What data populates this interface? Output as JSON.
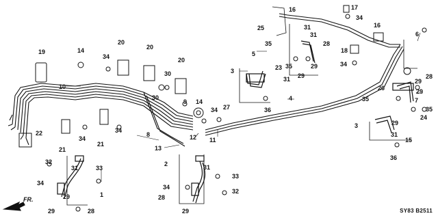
{
  "diagram_code": "SY83 B2511",
  "front_label": "FR.",
  "callouts": [
    {
      "id": "c1",
      "text": "1"
    },
    {
      "id": "c2",
      "text": "2"
    },
    {
      "id": "c3a",
      "text": "3"
    },
    {
      "id": "c3b",
      "text": "3"
    },
    {
      "id": "c4",
      "text": "4"
    },
    {
      "id": "c5",
      "text": "5"
    },
    {
      "id": "c6",
      "text": "6"
    },
    {
      "id": "c7",
      "text": "7"
    },
    {
      "id": "c8",
      "text": "8"
    },
    {
      "id": "c9",
      "text": "9"
    },
    {
      "id": "c10",
      "text": "10"
    },
    {
      "id": "c11",
      "text": "11"
    },
    {
      "id": "c12",
      "text": "12"
    },
    {
      "id": "c13",
      "text": "13"
    },
    {
      "id": "c14a",
      "text": "14"
    },
    {
      "id": "c14b",
      "text": "14"
    },
    {
      "id": "c15",
      "text": "15"
    },
    {
      "id": "c16a",
      "text": "16"
    },
    {
      "id": "c16b",
      "text": "16"
    },
    {
      "id": "c17",
      "text": "17"
    },
    {
      "id": "c18",
      "text": "18"
    },
    {
      "id": "c19",
      "text": "19"
    },
    {
      "id": "c20a",
      "text": "20"
    },
    {
      "id": "c20b",
      "text": "20"
    },
    {
      "id": "c20c",
      "text": "20"
    },
    {
      "id": "c21a",
      "text": "21"
    },
    {
      "id": "c21b",
      "text": "21"
    },
    {
      "id": "c22",
      "text": "22"
    },
    {
      "id": "c23",
      "text": "23"
    },
    {
      "id": "c24",
      "text": "24"
    },
    {
      "id": "c25",
      "text": "25"
    },
    {
      "id": "c26",
      "text": "26"
    },
    {
      "id": "c27",
      "text": "27"
    },
    {
      "id": "c28a",
      "text": "28"
    },
    {
      "id": "c28b",
      "text": "28"
    },
    {
      "id": "c28c",
      "text": "28"
    },
    {
      "id": "c28d",
      "text": "28"
    },
    {
      "id": "c29a",
      "text": "29"
    },
    {
      "id": "c29b",
      "text": "29"
    },
    {
      "id": "c29c",
      "text": "29"
    },
    {
      "id": "c29d",
      "text": "29"
    },
    {
      "id": "c29e",
      "text": "29"
    },
    {
      "id": "c29f",
      "text": "29"
    },
    {
      "id": "c29g",
      "text": "29"
    },
    {
      "id": "c29h",
      "text": "29"
    },
    {
      "id": "c30a",
      "text": "30"
    },
    {
      "id": "c30b",
      "text": "30"
    },
    {
      "id": "c31a",
      "text": "31"
    },
    {
      "id": "c31b",
      "text": "31"
    },
    {
      "id": "c31c",
      "text": "31"
    },
    {
      "id": "c31d",
      "text": "31"
    },
    {
      "id": "c31e",
      "text": "31"
    },
    {
      "id": "c31f",
      "text": "31"
    },
    {
      "id": "c32a",
      "text": "32"
    },
    {
      "id": "c32b",
      "text": "32"
    },
    {
      "id": "c33a",
      "text": "33"
    },
    {
      "id": "c33b",
      "text": "33"
    },
    {
      "id": "c34a",
      "text": "34"
    },
    {
      "id": "c34b",
      "text": "34"
    },
    {
      "id": "c34c",
      "text": "34"
    },
    {
      "id": "c34d",
      "text": "34"
    },
    {
      "id": "c34e",
      "text": "34"
    },
    {
      "id": "c34f",
      "text": "34"
    },
    {
      "id": "c34g",
      "text": "34"
    },
    {
      "id": "c34h",
      "text": "34"
    },
    {
      "id": "c35a",
      "text": "35"
    },
    {
      "id": "c35b",
      "text": "35"
    },
    {
      "id": "c35c",
      "text": "35"
    },
    {
      "id": "c35d",
      "text": "35"
    },
    {
      "id": "c36a",
      "text": "36"
    },
    {
      "id": "c36b",
      "text": "36"
    }
  ]
}
